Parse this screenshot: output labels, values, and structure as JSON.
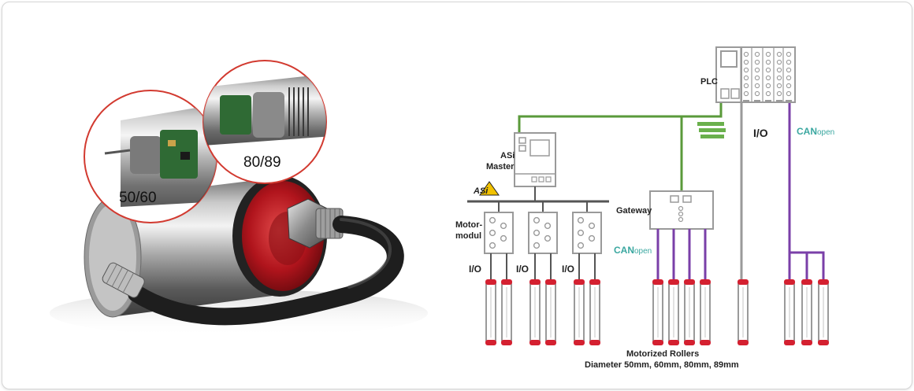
{
  "photo": {
    "detail_small": "50/60",
    "detail_large": "80/89"
  },
  "diagram": {
    "plc": "PLC",
    "asi_master_line1": "ASi",
    "asi_master_line2": "Master",
    "asi_logo": "ASi",
    "gateway": "Gateway",
    "motormodul_line1": "Motor-",
    "motormodul_line2": "modul",
    "io_plc": "I/O",
    "io_modules": [
      "I/O",
      "I/O",
      "I/O"
    ],
    "canopen_top": {
      "can": "CAN",
      "open": "open"
    },
    "canopen_gateway": {
      "can": "CAN",
      "open": "open"
    },
    "footer_line1": "Motorized Rollers",
    "footer_line2": "Diameter 50mm, 60mm, 80mm, 89mm"
  },
  "colors": {
    "green_bus": "#5a9a3a",
    "purple_can": "#7a3fa8",
    "gray_io": "#9a9a9a",
    "roller_red": "#d42030",
    "canopen_teal": "#3aa7a0"
  }
}
